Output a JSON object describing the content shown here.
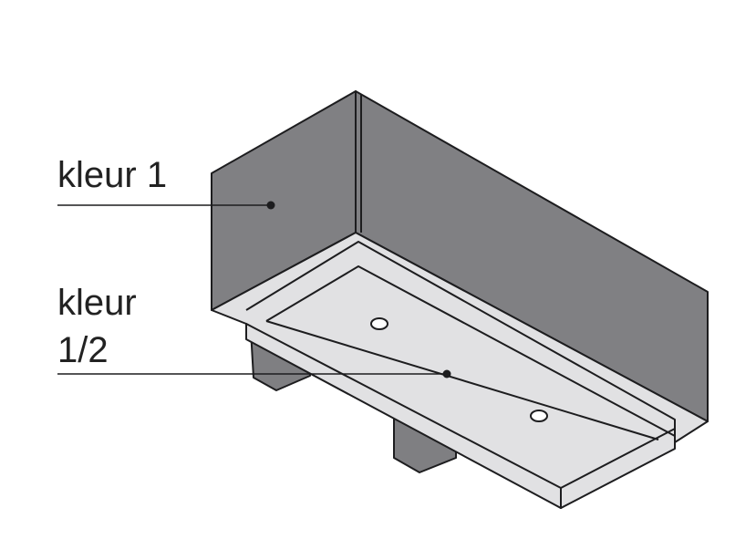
{
  "labels": {
    "color_1": "kleur 1",
    "color_12_line1": "kleur",
    "color_12_line2": "1/2"
  },
  "colors": {
    "dark_gray": "#808083",
    "light_gray": "#e1e1e3",
    "leg_gray": "#7f7f82",
    "outline": "#1d1d1f",
    "white": "#ffffff"
  }
}
